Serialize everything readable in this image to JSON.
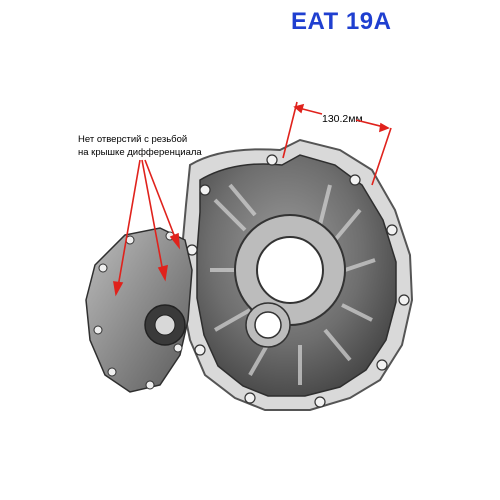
{
  "title": "EAT 19A",
  "note": {
    "line1": "Нет отверстий с резьбой",
    "line2": "на крышке дифференциала"
  },
  "dimension": "130.2мм",
  "colors": {
    "title": "#1f3fd0",
    "annotation": "#e0221c",
    "casting_light": "#cfcfcf",
    "casting_dark": "#4a4a4a"
  }
}
